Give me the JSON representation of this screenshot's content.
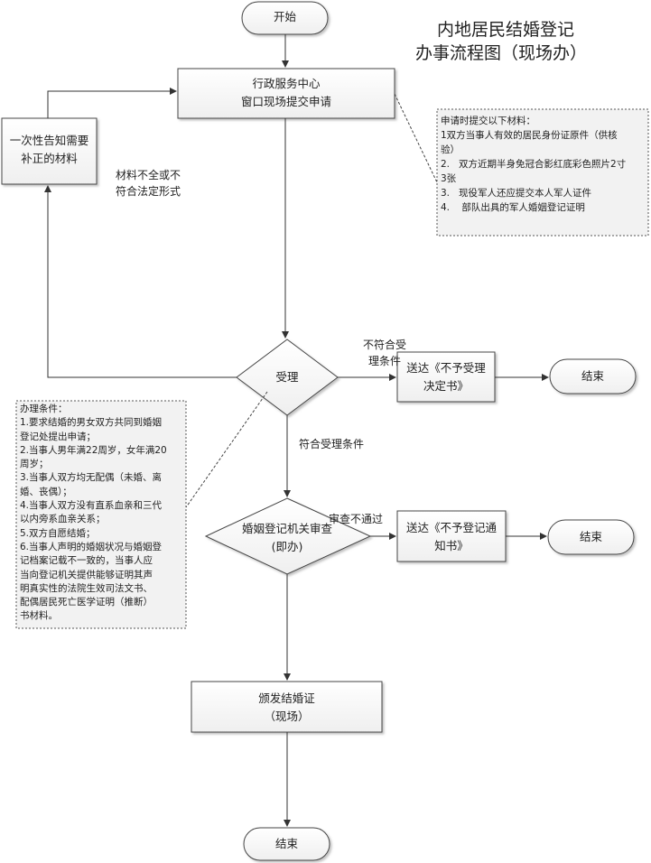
{
  "title": {
    "line1": "内地居民结婚登记",
    "line2": "办事流程图（现场办）"
  },
  "nodes": {
    "start": "开始",
    "service_center": {
      "line1": "行政服务中心",
      "line2": "窗口现场提交申请"
    },
    "inform": {
      "line1": "一次性告知需要",
      "line2": "补正的材料"
    },
    "accept": "受理",
    "reject_decision": {
      "line1": "送达《不予受理",
      "line2": "决定书》"
    },
    "end1": "结束",
    "review": {
      "line1": "婚姻登记机关审查",
      "line2": "(即办)"
    },
    "reject_notice": {
      "line1": "送达《不予登记通",
      "line2": "知书》"
    },
    "end2": "结束",
    "issue": {
      "line1": "颁发结婚证",
      "line2": "（现场）"
    },
    "end3": "结束"
  },
  "edges": {
    "incomplete": {
      "line1": "材料不全或不",
      "line2": "符合法定形式"
    },
    "not_meet": {
      "line1": "不符合受",
      "line2": "理条件"
    },
    "meet": "符合受理条件",
    "review_fail": "审查不通过"
  },
  "materials_note": {
    "lines": [
      "申请时提交以下材料：",
      "1双方当事人有效的居民身份证原件（供核",
      "验）",
      "2.   双方近期半身免冠合影红底彩色照片2寸",
      "3张",
      "3.   现役军人还应提交本人军人证件",
      "4.    部队出具的军人婚姻登记证明"
    ]
  },
  "conditions_note": {
    "lines": [
      "办理条件：",
      "1.要求结婚的男女双方共同到婚姻",
      "登记处提出申请；",
      "2.当事人男年满22周岁，女年满20",
      "周岁；",
      "3.当事人双方均无配偶（未婚、离",
      "婚、丧偶）；",
      "4.当事人双方没有直系血亲和三代",
      "以内旁系血亲关系；",
      "5.双方自愿结婚；",
      "6.当事人声明的婚姻状况与婚姻登",
      "记档案记载不一致的，当事人应",
      "当向登记机关提供能够证明其声",
      "明真实性的法院生效司法文书、",
      "配偶居民死亡医学证明（推断）",
      "书材料。"
    ]
  }
}
